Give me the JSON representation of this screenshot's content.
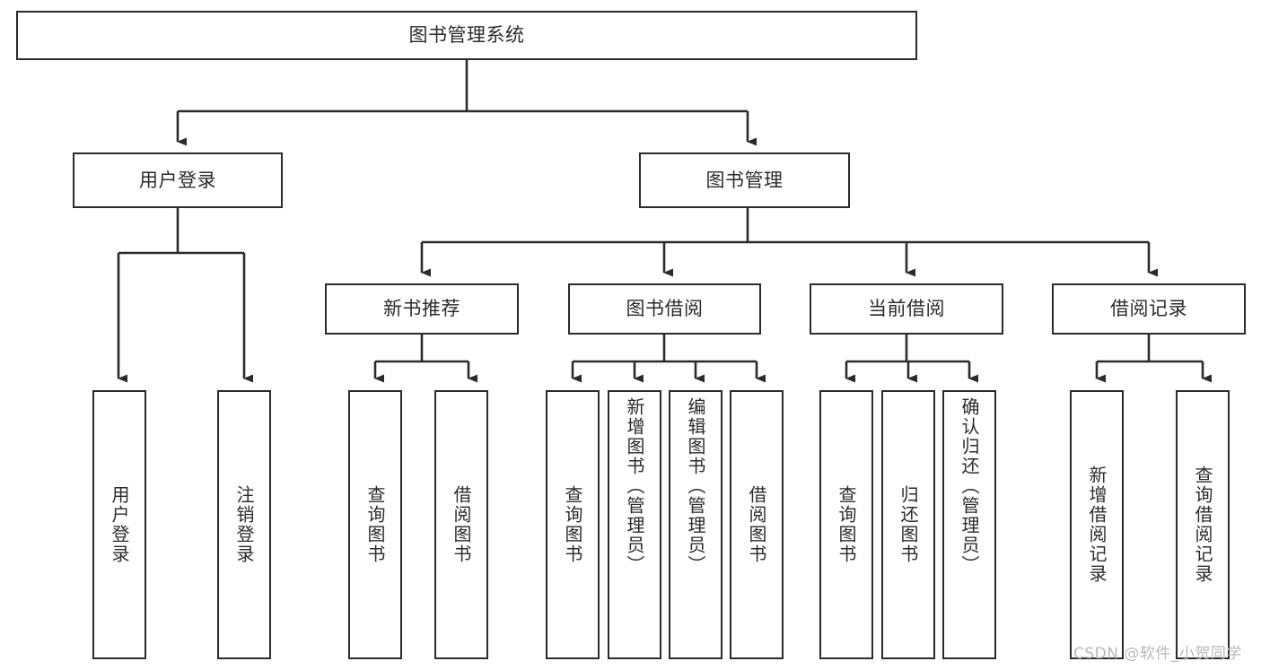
{
  "diagram": {
    "type": "tree-hierarchy",
    "title": "图书管理系统",
    "root": {
      "id": "root",
      "label": "图书管理系统"
    },
    "level2": [
      {
        "id": "user-login",
        "label": "用户登录"
      },
      {
        "id": "book-management",
        "label": "图书管理"
      }
    ],
    "level3": [
      {
        "id": "new-book-recommend",
        "label": "新书推荐"
      },
      {
        "id": "book-borrow",
        "label": "图书借阅"
      },
      {
        "id": "current-borrow",
        "label": "当前借阅"
      },
      {
        "id": "borrow-record",
        "label": "借阅记录"
      }
    ],
    "leaves": {
      "user_login": [
        {
          "id": "leaf-user-login",
          "label": "用户登录"
        },
        {
          "id": "leaf-logout-login",
          "label": "注销登录"
        }
      ],
      "new_book_recommend": [
        {
          "id": "leaf-query-book-1",
          "label": "查询图书"
        },
        {
          "id": "leaf-borrow-book-1",
          "label": "借阅图书"
        }
      ],
      "book_borrow": [
        {
          "id": "leaf-query-book-2",
          "label": "查询图书"
        },
        {
          "id": "leaf-add-book",
          "label": "新增图书（管理员）"
        },
        {
          "id": "leaf-edit-book",
          "label": "编辑图书（管理员）"
        },
        {
          "id": "leaf-borrow-book-2",
          "label": "借阅图书"
        }
      ],
      "current_borrow": [
        {
          "id": "leaf-query-book-3",
          "label": "查询图书"
        },
        {
          "id": "leaf-return-book",
          "label": "归还图书"
        },
        {
          "id": "leaf-confirm-return",
          "label": "确认归还（管理员）"
        }
      ],
      "borrow_record": [
        {
          "id": "leaf-add-record",
          "label": "新增借阅记录"
        },
        {
          "id": "leaf-query-record",
          "label": "查询借阅记录"
        }
      ]
    }
  },
  "watermark": {
    "text": "CSDN @软件_小贺同学"
  },
  "colors": {
    "stroke": "#2b2b2b",
    "background": "#ffffff",
    "text": "#2b2b2b",
    "watermark": "#b9b9b9"
  }
}
